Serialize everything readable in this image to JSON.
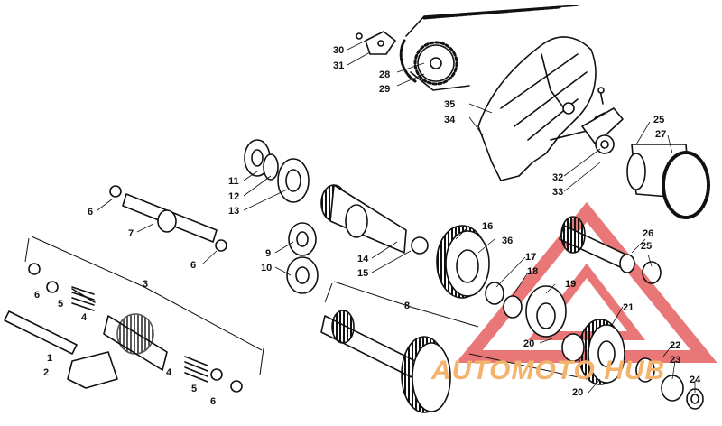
{
  "diagram": {
    "part_numbers": [
      "1",
      "2",
      "3",
      "4",
      "4",
      "5",
      "5",
      "6",
      "6",
      "6",
      "6",
      "7",
      "8",
      "9",
      "10",
      "11",
      "12",
      "13",
      "14",
      "15",
      "16",
      "17",
      "18",
      "19",
      "20",
      "20",
      "21",
      "22",
      "23",
      "24",
      "25",
      "25",
      "26",
      "27",
      "28",
      "29",
      "30",
      "31",
      "32",
      "33",
      "34",
      "35",
      "36"
    ]
  },
  "watermark": {
    "text": "AUTOMOTO HUB",
    "color": "#f3b36c",
    "logo": "triangle-logo-icon"
  }
}
